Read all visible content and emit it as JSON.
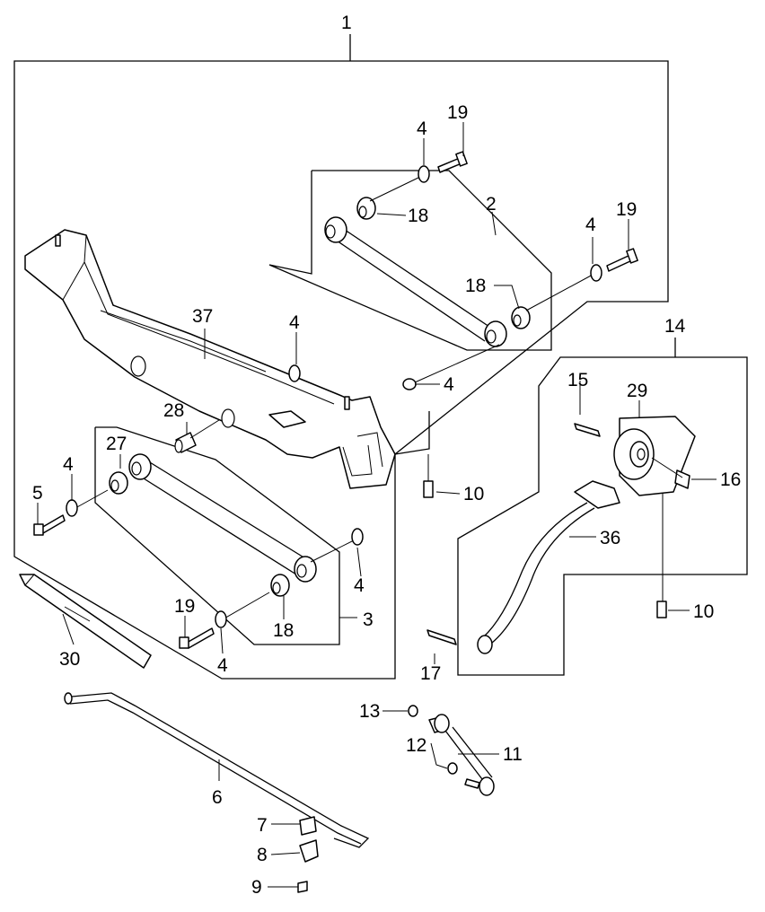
{
  "diagram": {
    "callouts": [
      {
        "id": "c1",
        "text": "1"
      },
      {
        "id": "c2",
        "text": "2"
      },
      {
        "id": "c3",
        "text": "3"
      },
      {
        "id": "c4a",
        "text": "4"
      },
      {
        "id": "c4b",
        "text": "4"
      },
      {
        "id": "c4c",
        "text": "4"
      },
      {
        "id": "c4d",
        "text": "4"
      },
      {
        "id": "c4e",
        "text": "4"
      },
      {
        "id": "c4f",
        "text": "4"
      },
      {
        "id": "c4g",
        "text": "4"
      },
      {
        "id": "c5",
        "text": "5"
      },
      {
        "id": "c6",
        "text": "6"
      },
      {
        "id": "c7",
        "text": "7"
      },
      {
        "id": "c8",
        "text": "8"
      },
      {
        "id": "c9",
        "text": "9"
      },
      {
        "id": "c10a",
        "text": "10"
      },
      {
        "id": "c10b",
        "text": "10"
      },
      {
        "id": "c11",
        "text": "11"
      },
      {
        "id": "c12",
        "text": "12"
      },
      {
        "id": "c13",
        "text": "13"
      },
      {
        "id": "c14",
        "text": "14"
      },
      {
        "id": "c15",
        "text": "15"
      },
      {
        "id": "c16",
        "text": "16"
      },
      {
        "id": "c17",
        "text": "17"
      },
      {
        "id": "c18a",
        "text": "18"
      },
      {
        "id": "c18b",
        "text": "18"
      },
      {
        "id": "c18c",
        "text": "18"
      },
      {
        "id": "c19a",
        "text": "19"
      },
      {
        "id": "c19b",
        "text": "19"
      },
      {
        "id": "c19c",
        "text": "19"
      },
      {
        "id": "c27",
        "text": "27"
      },
      {
        "id": "c28",
        "text": "28"
      },
      {
        "id": "c29",
        "text": "29"
      },
      {
        "id": "c30",
        "text": "30"
      },
      {
        "id": "c36",
        "text": "36"
      },
      {
        "id": "c37",
        "text": "37"
      }
    ]
  }
}
